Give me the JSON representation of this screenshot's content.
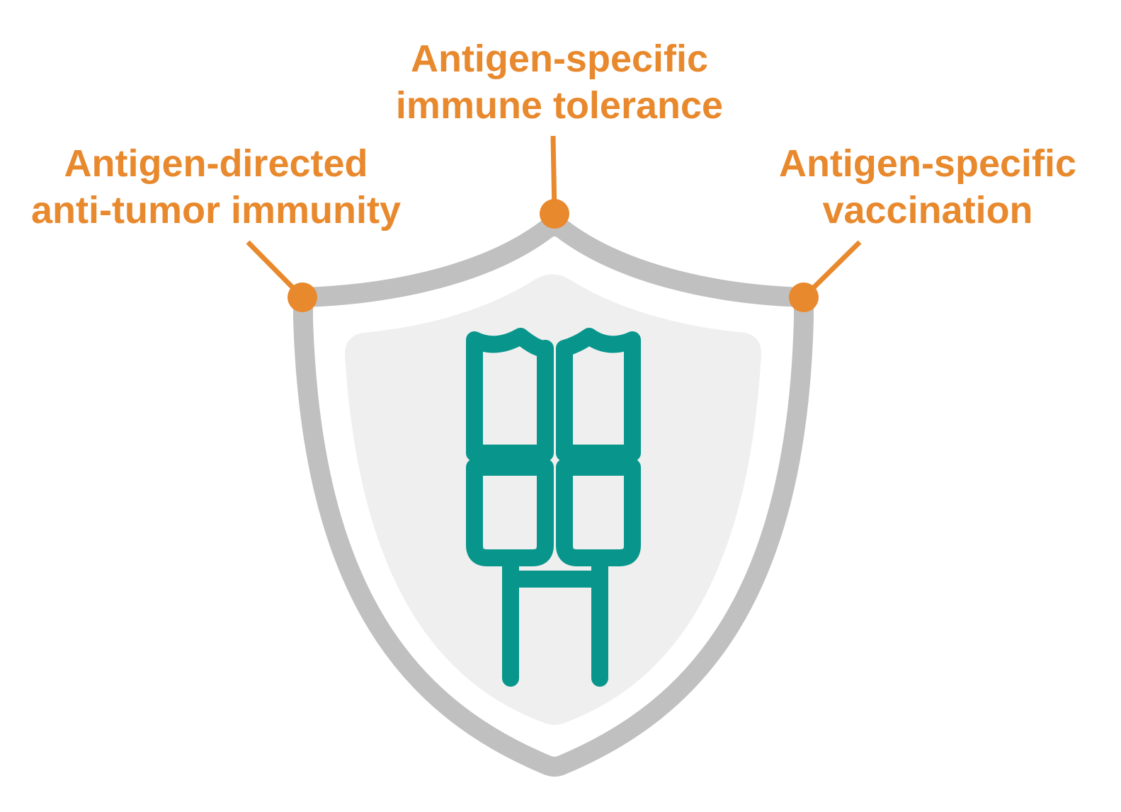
{
  "colors": {
    "accent": "#e8892d",
    "shield_outline": "#c0c0c0",
    "shield_inner": "#efefef",
    "receptor": "#08968c"
  },
  "labels": {
    "top": {
      "line1": "Antigen-specific",
      "line2": "immune tolerance"
    },
    "left": {
      "line1": "Antigen-directed",
      "line2": "anti-tumor immunity"
    },
    "right": {
      "line1": "Antigen-specific",
      "line2": "vaccination"
    }
  },
  "icons": {
    "shield": "shield-icon",
    "receptor": "t-cell-receptor-icon"
  }
}
